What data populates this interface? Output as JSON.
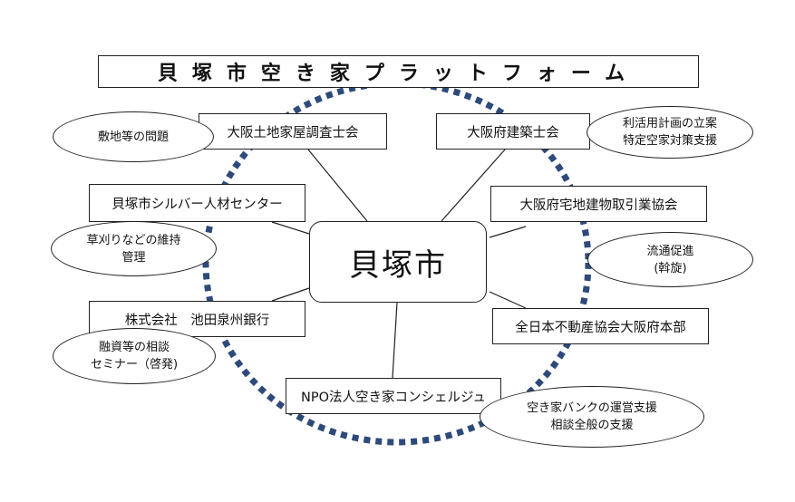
{
  "title": "貝塚市空き家プラットフォーム",
  "center": "貝塚市",
  "colors": {
    "ring": "#2e4a7a",
    "line": "#222222"
  },
  "boxes": {
    "osaka_tochi": "大阪土地家屋調査士会",
    "osaka_kenchiku": "大阪府建築士会",
    "silver": "貝塚市シルバー人材センター",
    "takuchi": "大阪府宅地建物取引業協会",
    "ikeda_bank": "株式会社　池田泉州銀行",
    "zennichi": "全日本不動産協会大阪府本部",
    "npo": "NPO法人空き家コンシェルジュ"
  },
  "notes": {
    "shikichi": "敷地等の問題",
    "katsuyou": "利活用計画の立案\n特定空家対策支援",
    "kusakari": "草刈りなどの維持\n管理",
    "ryutsu": "流通促進\n(斡旋)",
    "yushi": "融資等の相談\nセミナー（啓発)",
    "akiya_bank": "空き家バンクの運営支援\n相談全般の支援"
  }
}
